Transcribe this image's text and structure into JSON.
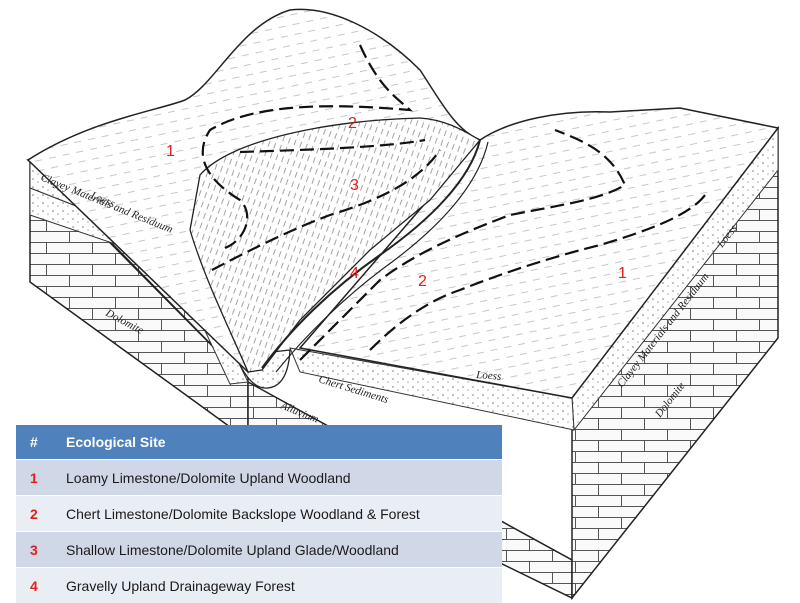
{
  "diagram": {
    "site_labels": [
      {
        "id": "1",
        "label": "1"
      },
      {
        "id": "2",
        "label": "2"
      },
      {
        "id": "3",
        "label": "3"
      },
      {
        "id": "4",
        "label": "4"
      },
      {
        "id": "2b",
        "label": "2"
      },
      {
        "id": "1b",
        "label": "1"
      }
    ],
    "strata_labels": {
      "loess": "Loess",
      "clayey": "Clayey Materials and Residuum",
      "dolomite": "Dolomite",
      "alluvium": "Alluvium",
      "chert": "Chert Sediments"
    }
  },
  "legend": {
    "header_num": "#",
    "header_site": "Ecological Site",
    "rows": [
      {
        "num": "1",
        "name": "Loamy Limestone/Dolomite Upland Woodland"
      },
      {
        "num": "2",
        "name": "Chert Limestone/Dolomite Backslope Woodland & Forest"
      },
      {
        "num": "3",
        "name": "Shallow Limestone/Dolomite Upland Glade/Woodland"
      },
      {
        "num": "4",
        "name": "Gravelly Upland Drainageway Forest"
      }
    ]
  },
  "colors": {
    "accent_red": "#e0201c",
    "header_blue": "#4f81bd",
    "row_light": "#d0d8e8",
    "row_lighter": "#e9edf4"
  }
}
